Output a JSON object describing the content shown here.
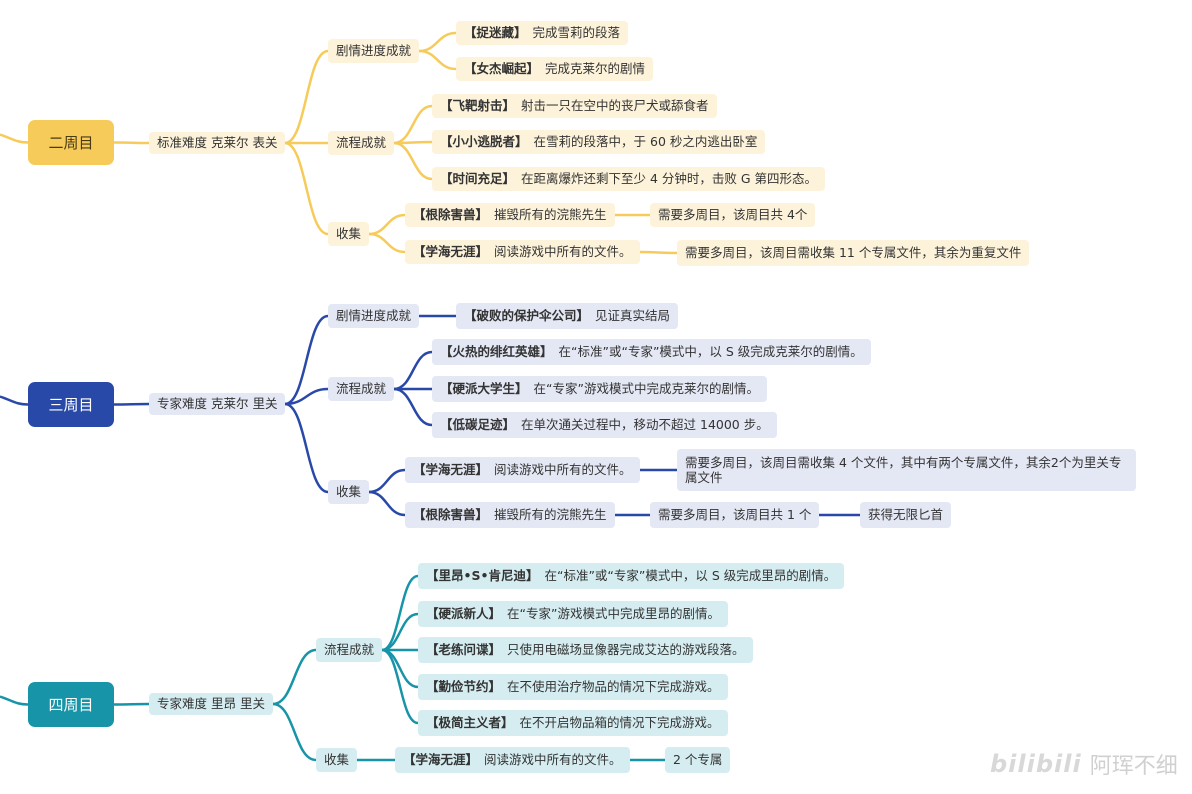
{
  "colors": {
    "yellow": "#f7cb5a",
    "blue": "#2949a8",
    "teal": "#1794a7"
  },
  "round2": {
    "title": "二周目",
    "mode": "标准难度  克莱尔  表关",
    "story_label": "剧情进度成就",
    "story": [
      {
        "name": "【捉迷藏】",
        "desc": "完成雪莉的段落"
      },
      {
        "name": "【女杰崛起】",
        "desc": "完成克莱尔的剧情"
      }
    ],
    "process_label": "流程成就",
    "process": [
      {
        "name": "【飞靶射击】",
        "desc": "射击一只在空中的丧尸犬或舔食者"
      },
      {
        "name": "【小小逃脱者】",
        "desc": "在雪莉的段落中，于 60 秒之内逃出卧室"
      },
      {
        "name": "【时间充足】",
        "desc": "在距离爆炸还剩下至少 4 分钟时，击败 G 第四形态。"
      }
    ],
    "collect_label": "收集",
    "collect": [
      {
        "name": "【根除害兽】",
        "desc": "摧毁所有的浣熊先生",
        "note": "需要多周目，该周目共  4个"
      },
      {
        "name": "【学海无涯】",
        "desc": "阅读游戏中所有的文件。",
        "note": "需要多周目，该周目需收集  11 个专属文件，其余为重复文件"
      }
    ]
  },
  "round3": {
    "title": "三周目",
    "mode": "专家难度  克莱尔  里关",
    "story_label": "剧情进度成就",
    "story": [
      {
        "name": "【破败的保护伞公司】",
        "desc": "见证真实结局"
      }
    ],
    "process_label": "流程成就",
    "process": [
      {
        "name": "【火热的绯红英雄】",
        "desc": "在“标准”或“专家”模式中，以 S 级完成克莱尔的剧情。"
      },
      {
        "name": "【硬派大学生】",
        "desc": "在“专家”游戏模式中完成克莱尔的剧情。"
      },
      {
        "name": "【低碳足迹】",
        "desc": "在单次通关过程中，移动不超过 14000 步。"
      }
    ],
    "collect_label": "收集",
    "collect": [
      {
        "name": "【学海无涯】",
        "desc": "阅读游戏中所有的文件。",
        "note": "需要多周目，该周目需收集  4 个文件，其中有两个专属文件，其余2个为里关专属文件"
      },
      {
        "name": "【根除害兽】",
        "desc": "摧毁所有的浣熊先生",
        "note": "需要多周目，该周目共  1 个",
        "extra": "获得无限匕首"
      }
    ]
  },
  "round4": {
    "title": "四周目",
    "mode": "专家难度  里昂  里关",
    "process_label": "流程成就",
    "process": [
      {
        "name": "【里昂•S•肯尼迪】",
        "desc": "在“标准”或“专家”模式中，以 S 级完成里昂的剧情。"
      },
      {
        "name": "【硬派新人】",
        "desc": "在“专家”游戏模式中完成里昂的剧情。"
      },
      {
        "name": "【老练问谍】",
        "desc": "只使用电磁场显像器完成艾达的游戏段落。"
      },
      {
        "name": "【勤俭节约】",
        "desc": "在不使用治疗物品的情况下完成游戏。"
      },
      {
        "name": "【极简主义者】",
        "desc": "在不开启物品箱的情况下完成游戏。"
      }
    ],
    "collect_label": "收集",
    "collect": [
      {
        "name": "【学海无涯】",
        "desc": "阅读游戏中所有的文件。",
        "note": "2 个专属"
      }
    ]
  },
  "watermark": {
    "logo": "bilibili",
    "author": "阿珲不细"
  }
}
